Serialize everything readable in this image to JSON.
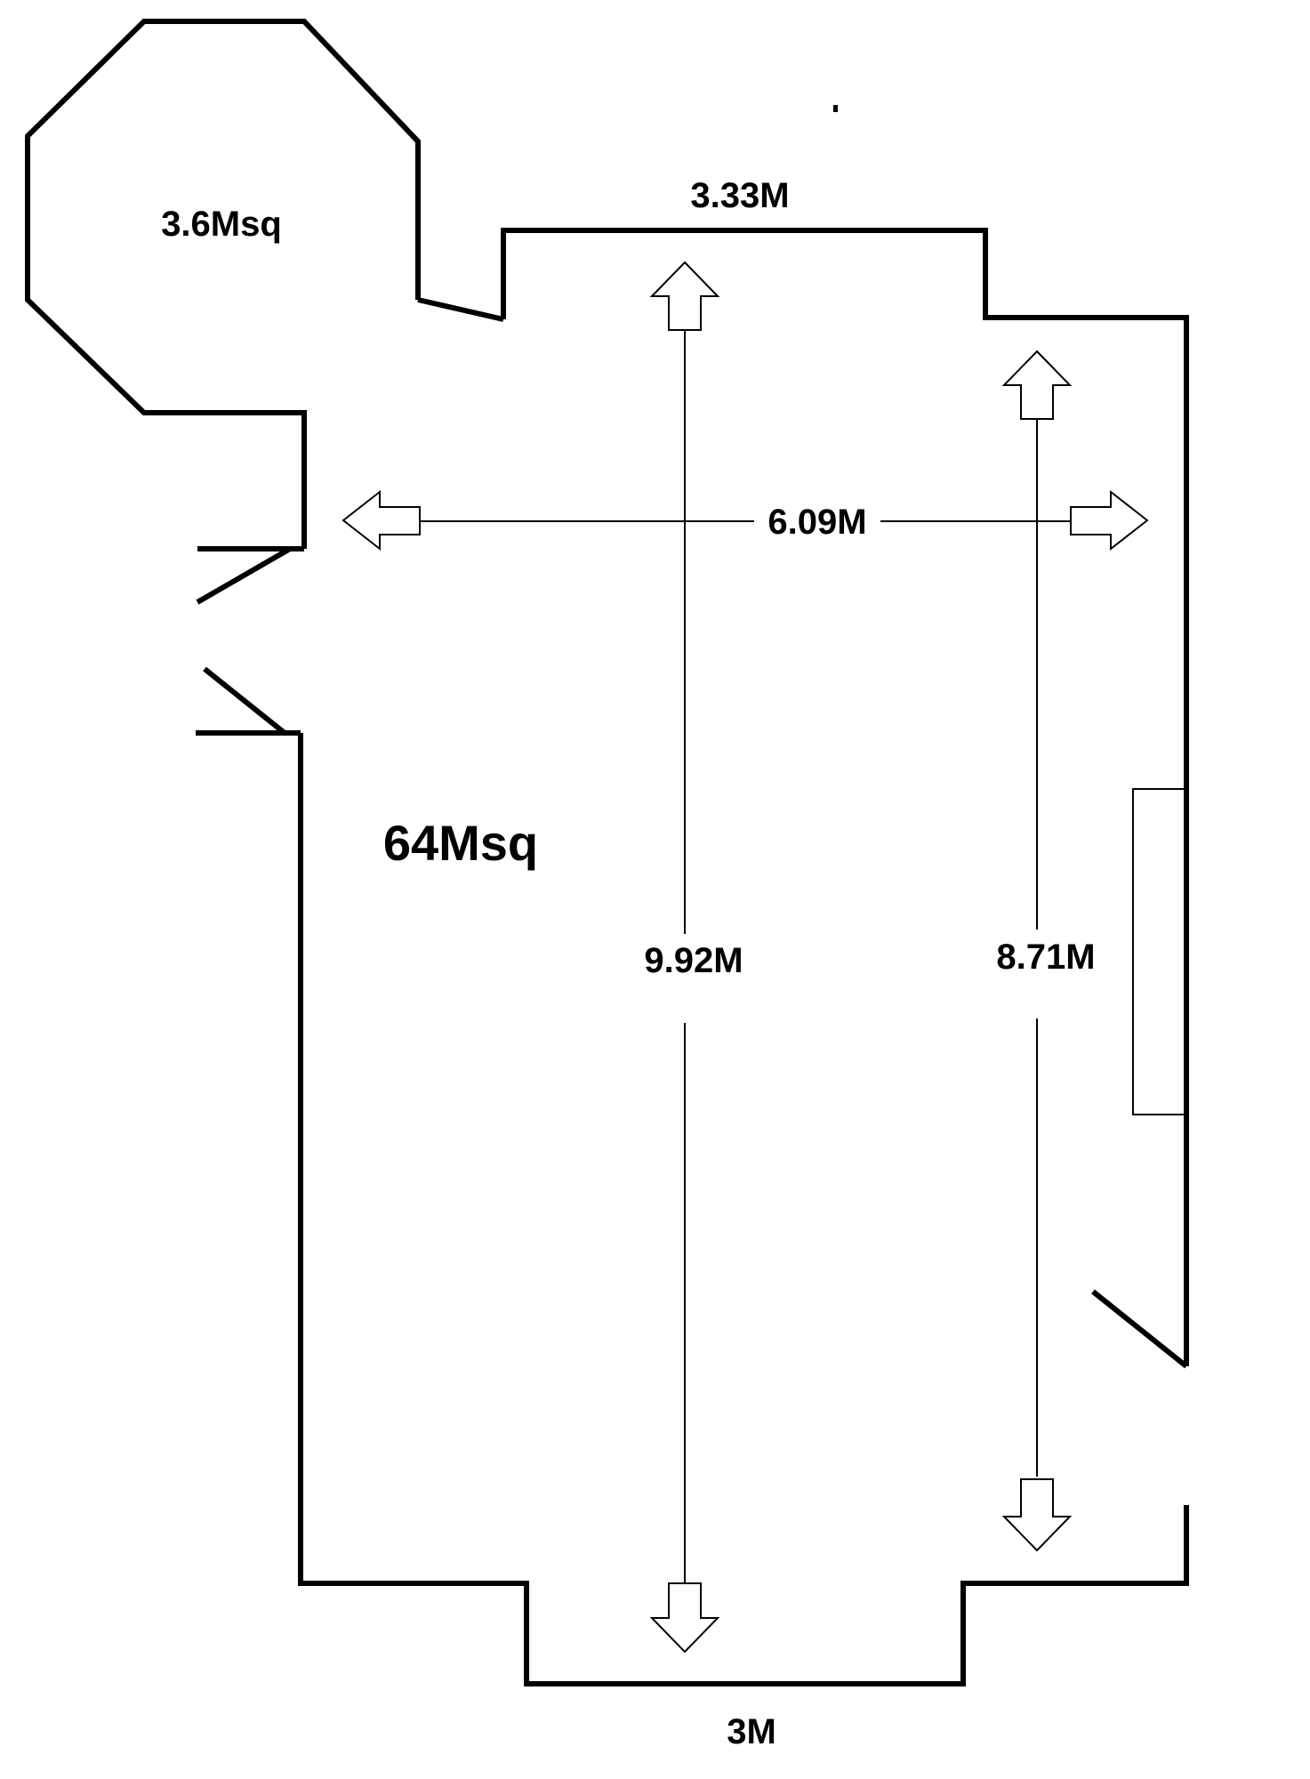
{
  "floor_plan": {
    "areas": {
      "small_room": "3.6Msq",
      "main_room": "64Msq"
    },
    "dimensions": {
      "top_width": "3.33M",
      "mid_width": "6.09M",
      "left_length": "9.92M",
      "right_length": "8.71M",
      "bottom_width": "3M"
    }
  }
}
